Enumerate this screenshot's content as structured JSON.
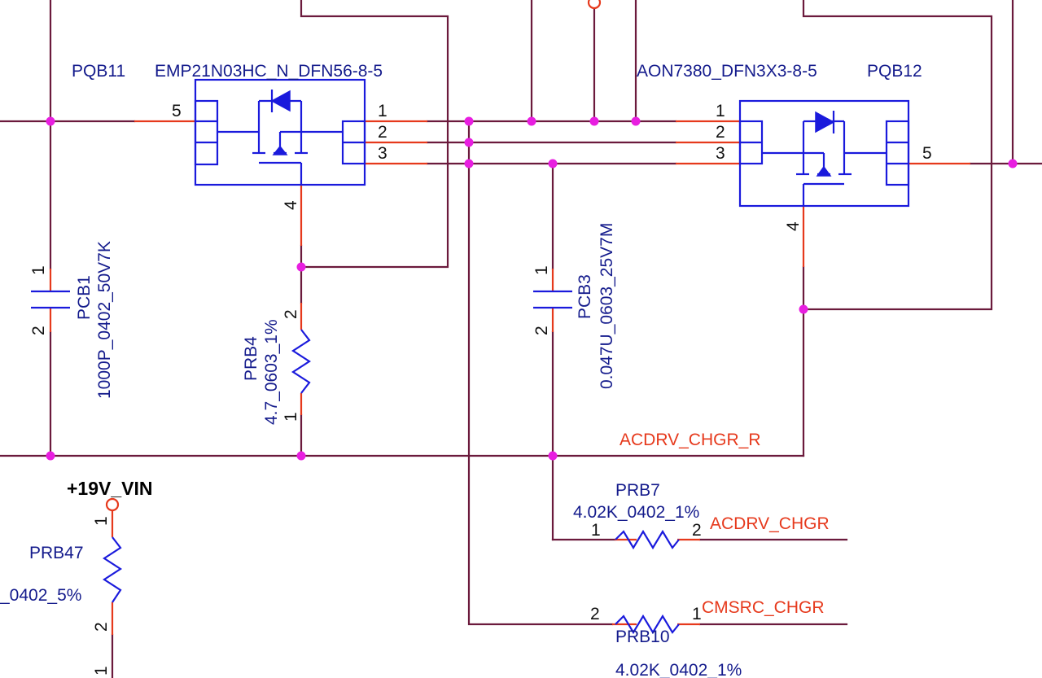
{
  "components": {
    "pqb11": {
      "ref": "PQB11",
      "value": "EMP21N03HC_N_DFN56-8-5",
      "pins": [
        "5",
        "1",
        "2",
        "3",
        "4"
      ]
    },
    "pqb12": {
      "ref": "PQB12",
      "value": "AON7380_DFN3X3-8-5",
      "pins": [
        "1",
        "2",
        "3",
        "5",
        "4"
      ]
    },
    "pcb1": {
      "ref": "PCB1",
      "value": "1000P_0402_50V7K",
      "pins": [
        "1",
        "2"
      ]
    },
    "prb4": {
      "ref": "PRB4",
      "value": "4.7_0603_1%",
      "pins": [
        "2",
        "1"
      ]
    },
    "pcb3": {
      "ref": "PCB3",
      "value": "0.047U_0603_25V7M",
      "pins": [
        "1",
        "2"
      ]
    },
    "prb7": {
      "ref": "PRB7",
      "value": "4.02K_0402_1%",
      "pins": [
        "1",
        "2"
      ]
    },
    "prb10": {
      "ref": "PRB10",
      "value": "4.02K_0402_1%",
      "pins": [
        "2",
        "1"
      ]
    },
    "prb47": {
      "ref": "PRB47",
      "value": "_0402_5%",
      "pins": [
        "1",
        "2"
      ]
    }
  },
  "nets": {
    "acdrv_chgr_r": "ACDRV_CHGR_R",
    "acdrv_chgr": "ACDRV_CHGR",
    "cmsrc_chgr": "CMSRC_CHGR",
    "vin": "+19V_VIN"
  },
  "bottom_pin": "1",
  "colors": {
    "wire": "#6b1a3c",
    "pin": "#e6391c",
    "part": "#1a1adc",
    "junction": "#e81ee0",
    "label": "#141b8c",
    "net_label": "#e6391c"
  }
}
